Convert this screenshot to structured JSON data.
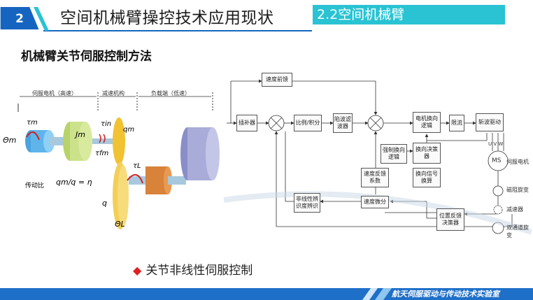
{
  "header": {
    "page_number": "2",
    "title": "空间机械臂操控技术应用现状",
    "section_tag": "2.2空间机械臂"
  },
  "subtitle": "机械臂关节伺服控制方法",
  "mechanism": {
    "section_motor": "伺服电机（高速）",
    "section_reducer": "减速机构",
    "section_load": "负载端（低速）",
    "theta_m": "Θm",
    "tau_m": "τm",
    "J_m": "Jm",
    "tau_in": "τin",
    "tau_fm": "τfm",
    "q_m": "qm",
    "tau_L": "τL",
    "q": "q",
    "theta_L": "ΘL",
    "ratio_label": "传动比",
    "ratio_formula": "qm/q = η"
  },
  "blocks": {
    "speed_ff": "速度前馈",
    "compensator": "插补器",
    "pi": "比例/积分",
    "filter": "陷波滤波器",
    "commutation": "电机换向逻辑",
    "limit": "限流",
    "pwm": "斩波驱动",
    "force_logic": "强制换向逻辑",
    "comm_decider": "换向决策器",
    "speed_fb_coef": "速度反馈系数",
    "comm_signal": "换向信号换算",
    "nonlinear": "非线性辨识度辨识",
    "speed_diff": "速度微分",
    "pos_fb": "位置反馈决策器",
    "ms": "MS",
    "motor_label": "伺服电机",
    "resolver": "磁阻旋变",
    "reducer": "减速器",
    "dual_resolver": "双通道旋变",
    "uvw": "U V W"
  },
  "bullet": "关节非线性伺服控制",
  "footer": "航天伺服驱动与传动技术实验室",
  "colors": {
    "dark_blue": "#1565c0",
    "cyan": "#29c3d3",
    "footer_blue": "#1e6fc8"
  }
}
